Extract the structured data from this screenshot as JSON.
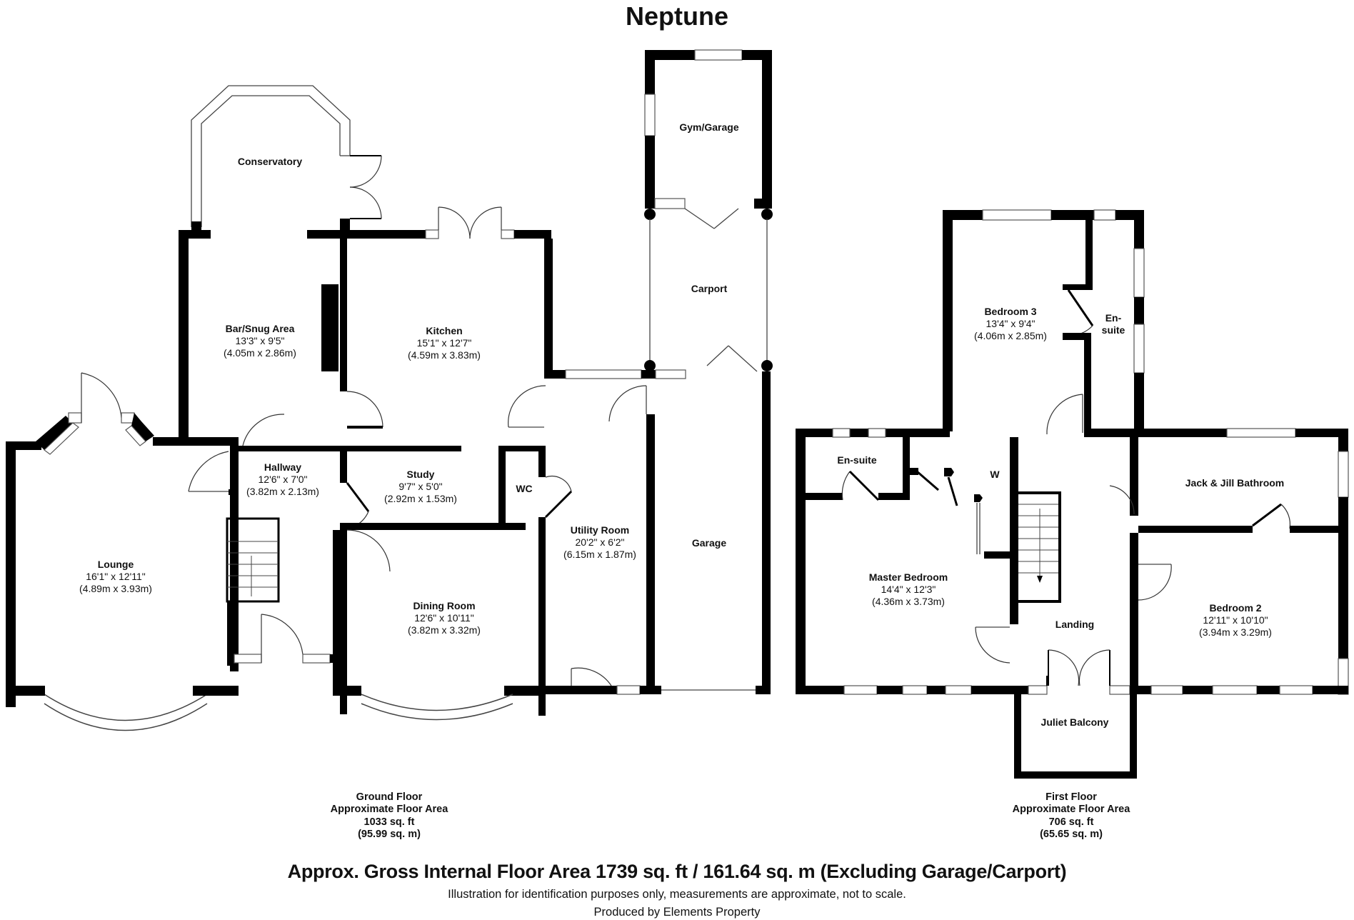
{
  "title": "Neptune",
  "rooms": {
    "conservatory": {
      "name": "Conservatory"
    },
    "bar_snug": {
      "name": "Bar/Snug Area",
      "imperial": "13'3\" x 9'5\"",
      "metric": "(4.05m x 2.86m)"
    },
    "kitchen": {
      "name": "Kitchen",
      "imperial": "15'1\" x 12'7\"",
      "metric": "(4.59m x 3.83m)"
    },
    "gym_garage": {
      "name": "Gym/Garage"
    },
    "carport": {
      "name": "Carport"
    },
    "hallway": {
      "name": "Hallway",
      "imperial": "12'6\" x 7'0\"",
      "metric": "(3.82m x 2.13m)"
    },
    "study": {
      "name": "Study",
      "imperial": "9'7\" x 5'0\"",
      "metric": "(2.92m x 1.53m)"
    },
    "wc": {
      "name": "WC"
    },
    "lounge": {
      "name": "Lounge",
      "imperial": "16'1\" x 12'11\"",
      "metric": "(4.89m x 3.93m)"
    },
    "utility": {
      "name": "Utility Room",
      "imperial": "20'2\" x 6'2\"",
      "metric": "(6.15m x 1.87m)"
    },
    "garage": {
      "name": "Garage"
    },
    "dining": {
      "name": "Dining Room",
      "imperial": "12'6\" x 10'11\"",
      "metric": "(3.82m x 3.32m)"
    },
    "bedroom3": {
      "name": "Bedroom 3",
      "imperial": "13'4\" x 9'4\"",
      "metric": "(4.06m x 2.85m)"
    },
    "ensuite_b3": {
      "name": "En-suite"
    },
    "ensuite_master": {
      "name": "En-suite"
    },
    "wardrobe": {
      "name": "W"
    },
    "jack_jill": {
      "name": "Jack & Jill Bathroom"
    },
    "master": {
      "name": "Master Bedroom",
      "imperial": "14'4\" x 12'3\"",
      "metric": "(4.36m x 3.73m)"
    },
    "landing": {
      "name": "Landing"
    },
    "bedroom2": {
      "name": "Bedroom 2",
      "imperial": "12'11\" x 10'10\"",
      "metric": "(3.94m x 3.29m)"
    },
    "juliet": {
      "name": "Juliet Balcony"
    }
  },
  "ground_floor": {
    "label": "Ground Floor",
    "sub": "Approximate Floor Area",
    "sqft": "1033 sq. ft",
    "sqm": "(95.99 sq. m)"
  },
  "first_floor": {
    "label": "First Floor",
    "sub": "Approximate Floor Area",
    "sqft": "706 sq. ft",
    "sqm": "(65.65 sq. m)"
  },
  "footer": {
    "gross": "Approx. Gross Internal Floor Area 1739 sq. ft / 161.64 sq. m (Excluding Garage/Carport)",
    "disclaimer": "Illustration for identification purposes only, measurements are approximate, not to scale.",
    "producer": "Produced by Elements Property"
  },
  "colors": {
    "wall": "#000000",
    "background": "#ffffff",
    "text": "#111111"
  }
}
